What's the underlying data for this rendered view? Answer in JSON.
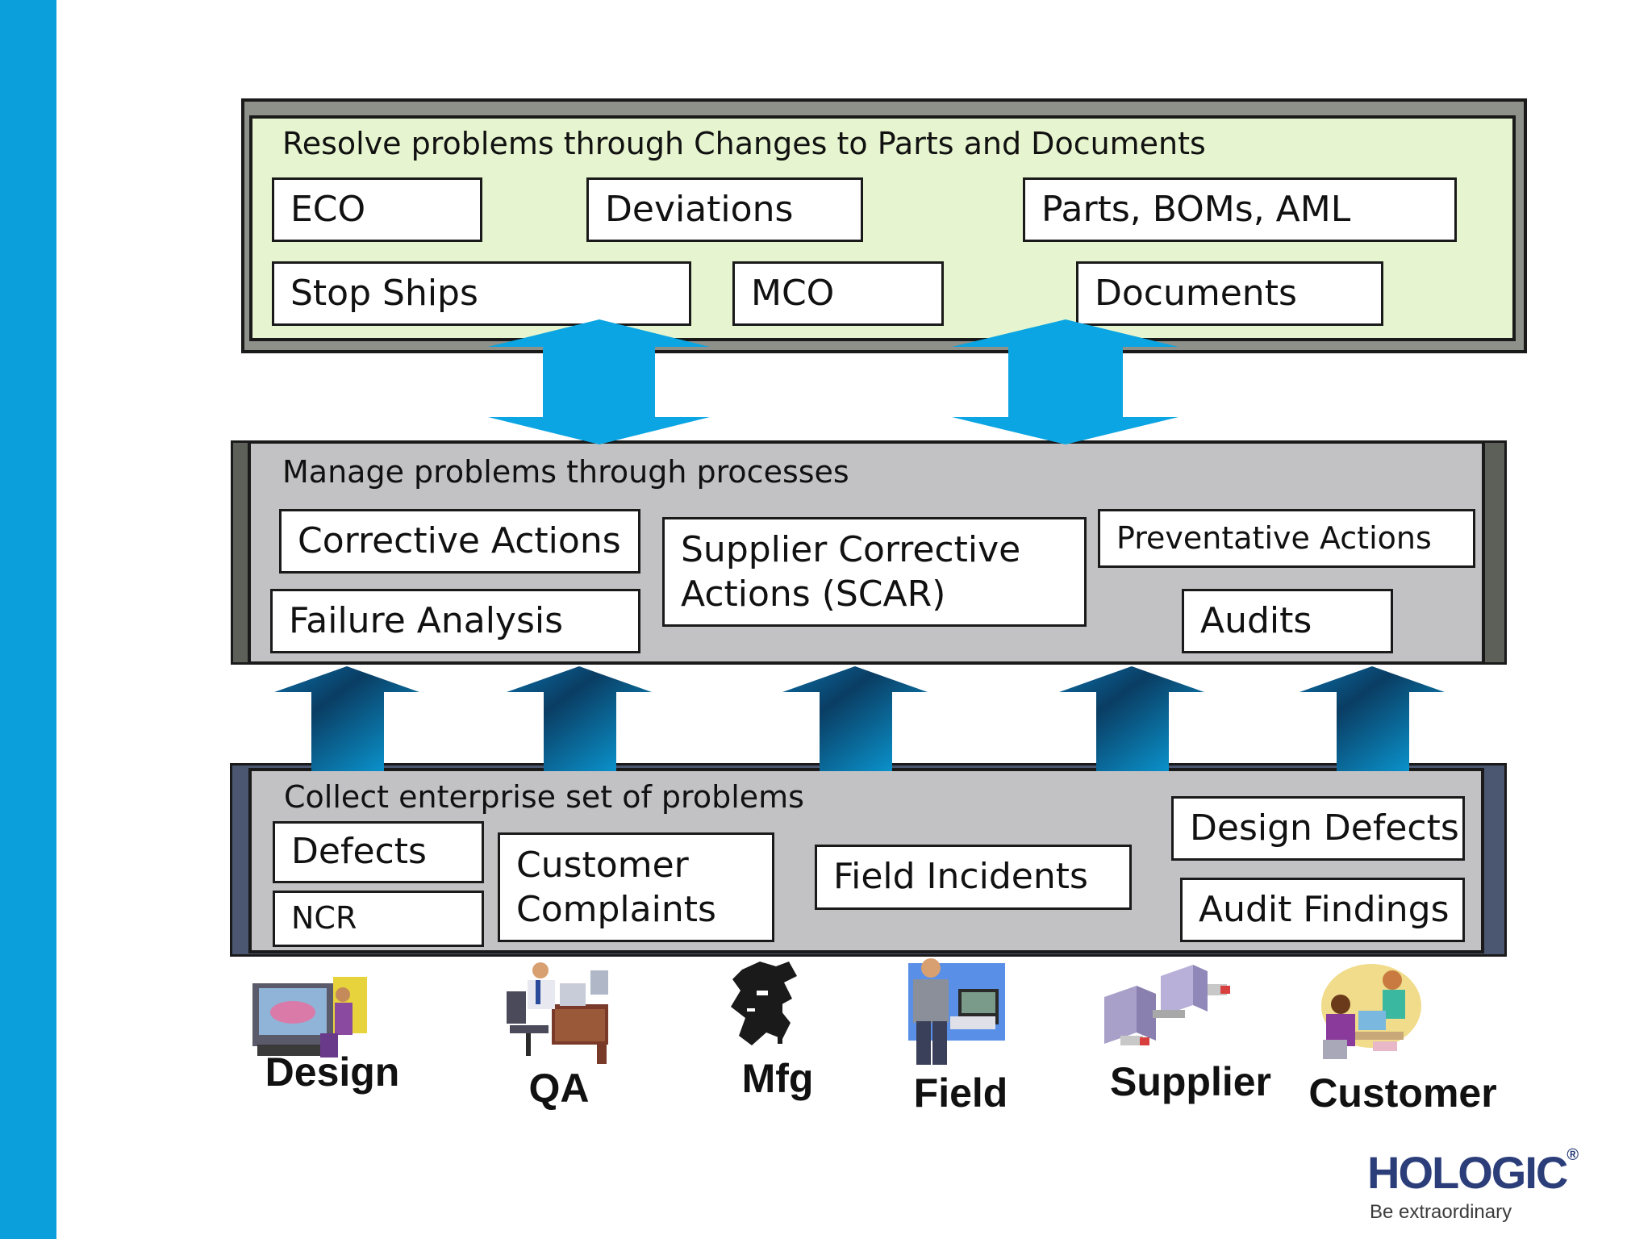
{
  "colors": {
    "sidebar": "#0b9fdb",
    "top_frame": "#8d918a",
    "top_fill": "#e6f5cf",
    "mid_frame": "#5c6059",
    "mid_fill": "#c2c2c5",
    "bottom_frame": "#4b5670",
    "bottom_fill": "#c2c2c5",
    "arrow_blue": "#0aa5e2",
    "logo": "#2c3e7a"
  },
  "layers": {
    "top": {
      "title": "Resolve problems through Changes to Parts and Documents",
      "boxes": [
        "ECO",
        "Deviations",
        "Parts, BOMs, AML",
        "Stop Ships",
        "MCO",
        "Documents"
      ]
    },
    "middle": {
      "title": "Manage problems through processes",
      "boxes": [
        "Corrective Actions",
        "Failure Analysis",
        "Supplier Corrective Actions (SCAR)",
        "Preventative Actions",
        "Audits"
      ]
    },
    "bottom": {
      "title": "Collect enterprise set of problems",
      "boxes": [
        "Defects",
        "NCR",
        "Customer Complaints",
        "Field Incidents",
        "Design Defects",
        "Audit Findings"
      ]
    }
  },
  "sources": [
    {
      "label": "Design",
      "icon": "designer-clipart-icon"
    },
    {
      "label": "QA",
      "icon": "qa-desk-clipart-icon"
    },
    {
      "label": "Mfg",
      "icon": "manufacturing-clipart-icon"
    },
    {
      "label": "Field",
      "icon": "field-technician-clipart-icon"
    },
    {
      "label": "Supplier",
      "icon": "supplier-network-clipart-icon"
    },
    {
      "label": "Customer",
      "icon": "customer-clipart-icon"
    }
  ],
  "logo": {
    "name": "HOLOGIC",
    "registered_mark": "®",
    "tagline": "Be extraordinary"
  }
}
